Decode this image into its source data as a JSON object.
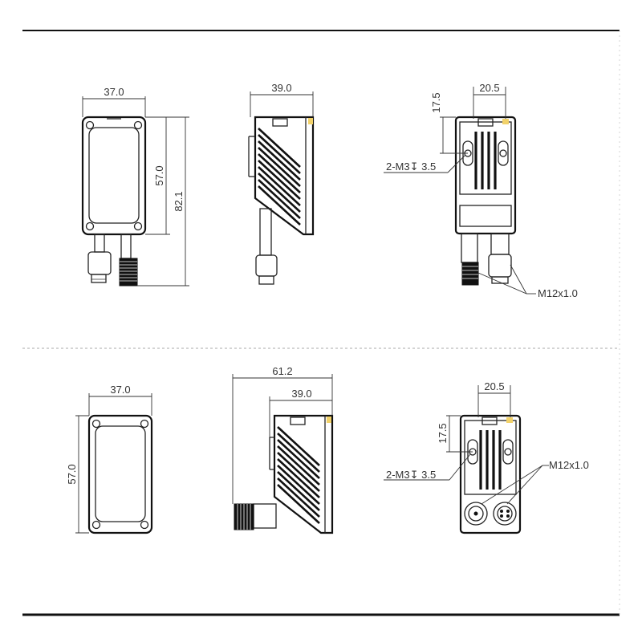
{
  "dimensions": {
    "top_front_width": "37.0",
    "top_front_height": "57.0",
    "top_total_height": "82.1",
    "top_side_depth": "39.0",
    "top_rear_width": "20.5",
    "top_rear_hole_offset": "17.5",
    "top_rear_thread_spec": "2-M3↧ 3.5",
    "top_connector_thread": "M12x1.0",
    "bottom_front_width": "37.0",
    "bottom_front_height": "57.0",
    "bottom_side_total_depth": "61.2",
    "bottom_side_depth": "39.0",
    "bottom_rear_width": "20.5",
    "bottom_rear_hole_offset": "17.5",
    "bottom_rear_thread_spec": "2-M3↧ 3.5",
    "bottom_connector_thread": "M12x1.0"
  },
  "colors": {
    "line": "#222222",
    "accent_yellow": "#f2d26a",
    "dark_fill": "#111111"
  }
}
